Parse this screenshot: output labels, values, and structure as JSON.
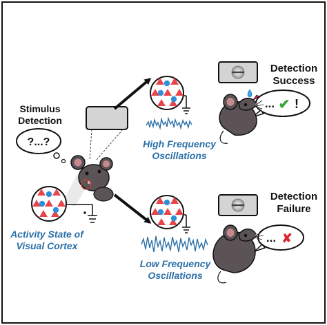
{
  "labels": {
    "stimulus_detection_1": "Stimulus",
    "stimulus_detection_2": "Detection",
    "question_bubble": "?...?",
    "activity_state_1": "Activity State of",
    "activity_state_2": "Visual Cortex",
    "high_freq_1": "High Frequency",
    "high_freq_2": "Oscillations",
    "low_freq_1": "Low Frequency",
    "low_freq_2": "Oscillations",
    "success_1": "Detection",
    "success_2": "Success",
    "failure_1": "Detection",
    "failure_2": "Failure",
    "success_bubble_dots": "...",
    "success_bubble_check": "✔",
    "success_bubble_bang": "!",
    "failure_bubble_dots": "...",
    "failure_bubble_x": "✘"
  },
  "colors": {
    "neuron_red": "#e8454b",
    "neuron_blue": "#2f8fd8",
    "trace_blue": "#2a6fa8",
    "mouse_gray": "#5b5355",
    "panel_gray": "#d4d4d4",
    "check_green": "#3aa63a",
    "cross_red": "#d9252b",
    "water_drop": "#3fa3e0"
  }
}
